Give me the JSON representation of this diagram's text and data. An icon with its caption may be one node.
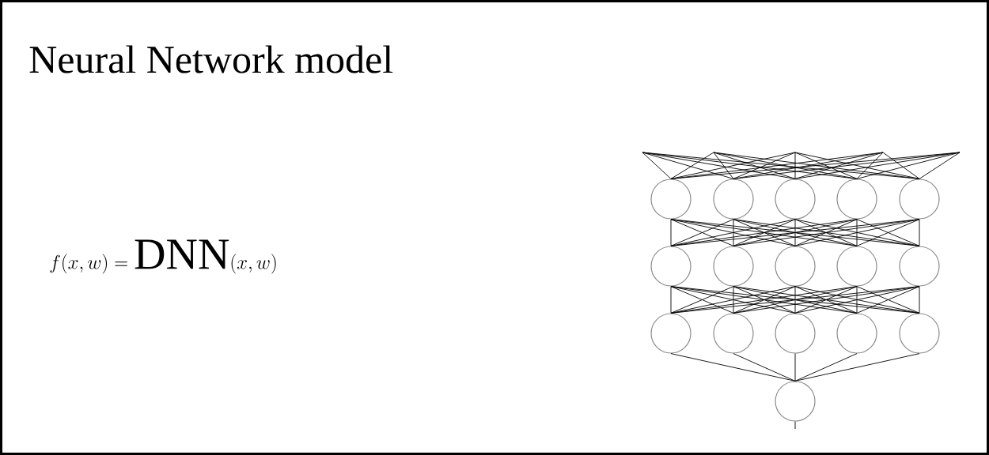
{
  "diagram": {
    "title": "Neural Network model",
    "nodes": [
      {
        "text": [],
        "shape": "circle"
      },
      {
        "text": [],
        "shape": "circle"
      },
      {
        "text": [],
        "shape": "circle"
      },
      {
        "text": [],
        "shape": "circle"
      },
      {
        "text": [],
        "shape": "circle"
      },
      {
        "text": [],
        "shape": "circle"
      },
      {
        "text": [],
        "shape": "circle"
      },
      {
        "text": [],
        "shape": "circle"
      },
      {
        "text": [],
        "shape": "circle"
      },
      {
        "text": [],
        "shape": "circle"
      },
      {
        "text": [],
        "shape": "circle"
      },
      {
        "text": [],
        "shape": "circle"
      },
      {
        "text": [],
        "shape": "circle"
      },
      {
        "text": [],
        "shape": "circle"
      },
      {
        "text": [],
        "shape": "circle"
      },
      {
        "text": [],
        "shape": "circle"
      }
    ],
    "edges": [
      {
        "from": null,
        "to": 0,
        "arrow": "none"
      },
      {
        "from": null,
        "to": 1,
        "arrow": "none"
      },
      {
        "from": null,
        "to": 2,
        "arrow": "none"
      },
      {
        "from": null,
        "to": 3,
        "arrow": "none"
      },
      {
        "from": null,
        "to": 4,
        "arrow": "none"
      },
      {
        "from": null,
        "to": 0,
        "arrow": "none"
      },
      {
        "from": null,
        "to": 1,
        "arrow": "none"
      },
      {
        "from": null,
        "to": 2,
        "arrow": "none"
      },
      {
        "from": null,
        "to": 3,
        "arrow": "none"
      },
      {
        "from": null,
        "to": 4,
        "arrow": "none"
      },
      {
        "from": null,
        "to": 0,
        "arrow": "none"
      },
      {
        "from": null,
        "to": 1,
        "arrow": "none"
      },
      {
        "from": null,
        "to": 2,
        "arrow": "none"
      },
      {
        "from": null,
        "to": 3,
        "arrow": "none"
      },
      {
        "from": null,
        "to": 4,
        "arrow": "none"
      },
      {
        "from": null,
        "to": 0,
        "arrow": "none"
      },
      {
        "from": null,
        "to": 1,
        "arrow": "none"
      },
      {
        "from": null,
        "to": 2,
        "arrow": "none"
      },
      {
        "from": null,
        "to": 3,
        "arrow": "none"
      },
      {
        "from": null,
        "to": 4,
        "arrow": "none"
      },
      {
        "from": null,
        "to": 0,
        "arrow": "none"
      },
      {
        "from": null,
        "to": 1,
        "arrow": "none"
      },
      {
        "from": null,
        "to": 2,
        "arrow": "none"
      },
      {
        "from": null,
        "to": 3,
        "arrow": "none"
      },
      {
        "from": null,
        "to": 4,
        "arrow": "none"
      },
      {
        "from": 0,
        "to": 5,
        "arrow": "none"
      },
      {
        "from": 0,
        "to": 6,
        "arrow": "none"
      },
      {
        "from": 0,
        "to": 7,
        "arrow": "none"
      },
      {
        "from": 0,
        "to": 8,
        "arrow": "none"
      },
      {
        "from": 0,
        "to": 9,
        "arrow": "none"
      },
      {
        "from": 1,
        "to": 5,
        "arrow": "none"
      },
      {
        "from": 1,
        "to": 6,
        "arrow": "none"
      },
      {
        "from": 1,
        "to": 7,
        "arrow": "none"
      },
      {
        "from": 1,
        "to": 8,
        "arrow": "none"
      },
      {
        "from": 1,
        "to": 9,
        "arrow": "none"
      },
      {
        "from": 2,
        "to": 5,
        "arrow": "none"
      },
      {
        "from": 2,
        "to": 6,
        "arrow": "none"
      },
      {
        "from": 2,
        "to": 7,
        "arrow": "none"
      },
      {
        "from": 2,
        "to": 8,
        "arrow": "none"
      },
      {
        "from": 2,
        "to": 9,
        "arrow": "none"
      },
      {
        "from": 3,
        "to": 5,
        "arrow": "none"
      },
      {
        "from": 3,
        "to": 6,
        "arrow": "none"
      },
      {
        "from": 3,
        "to": 7,
        "arrow": "none"
      },
      {
        "from": 3,
        "to": 8,
        "arrow": "none"
      },
      {
        "from": 3,
        "to": 9,
        "arrow": "none"
      },
      {
        "from": 4,
        "to": 5,
        "arrow": "none"
      },
      {
        "from": 4,
        "to": 6,
        "arrow": "none"
      },
      {
        "from": 4,
        "to": 7,
        "arrow": "none"
      },
      {
        "from": 4,
        "to": 8,
        "arrow": "none"
      },
      {
        "from": 4,
        "to": 9,
        "arrow": "none"
      },
      {
        "from": 5,
        "to": 10,
        "arrow": "none"
      },
      {
        "from": 5,
        "to": 11,
        "arrow": "none"
      },
      {
        "from": 5,
        "to": 12,
        "arrow": "none"
      },
      {
        "from": 5,
        "to": 13,
        "arrow": "none"
      },
      {
        "from": 5,
        "to": 14,
        "arrow": "none"
      },
      {
        "from": 6,
        "to": 10,
        "arrow": "none"
      },
      {
        "from": 6,
        "to": 11,
        "arrow": "none"
      },
      {
        "from": 6,
        "to": 12,
        "arrow": "none"
      },
      {
        "from": 6,
        "to": 13,
        "arrow": "none"
      },
      {
        "from": 6,
        "to": 14,
        "arrow": "none"
      },
      {
        "from": 7,
        "to": 10,
        "arrow": "none"
      },
      {
        "from": 7,
        "to": 11,
        "arrow": "none"
      },
      {
        "from": 7,
        "to": 12,
        "arrow": "none"
      },
      {
        "from": 7,
        "to": 13,
        "arrow": "none"
      },
      {
        "from": 7,
        "to": 14,
        "arrow": "none"
      },
      {
        "from": 8,
        "to": 10,
        "arrow": "none"
      },
      {
        "from": 8,
        "to": 11,
        "arrow": "none"
      },
      {
        "from": 8,
        "to": 12,
        "arrow": "none"
      },
      {
        "from": 8,
        "to": 13,
        "arrow": "none"
      },
      {
        "from": 8,
        "to": 14,
        "arrow": "none"
      },
      {
        "from": 9,
        "to": 10,
        "arrow": "none"
      },
      {
        "from": 9,
        "to": 11,
        "arrow": "none"
      },
      {
        "from": 9,
        "to": 12,
        "arrow": "none"
      },
      {
        "from": 9,
        "to": 13,
        "arrow": "none"
      },
      {
        "from": 9,
        "to": 14,
        "arrow": "none"
      },
      {
        "from": 10,
        "to": 15,
        "arrow": "none"
      },
      {
        "from": 11,
        "to": 15,
        "arrow": "none"
      },
      {
        "from": 12,
        "to": 15,
        "arrow": "none"
      },
      {
        "from": 13,
        "to": 15,
        "arrow": "none"
      },
      {
        "from": 14,
        "to": 15,
        "arrow": "none"
      },
      {
        "from": 15,
        "to": null,
        "arrow": "none"
      }
    ],
    "labels": [
      "f(x, w) = \\mathrm{DNN}(x, w)"
    ]
  }
}
